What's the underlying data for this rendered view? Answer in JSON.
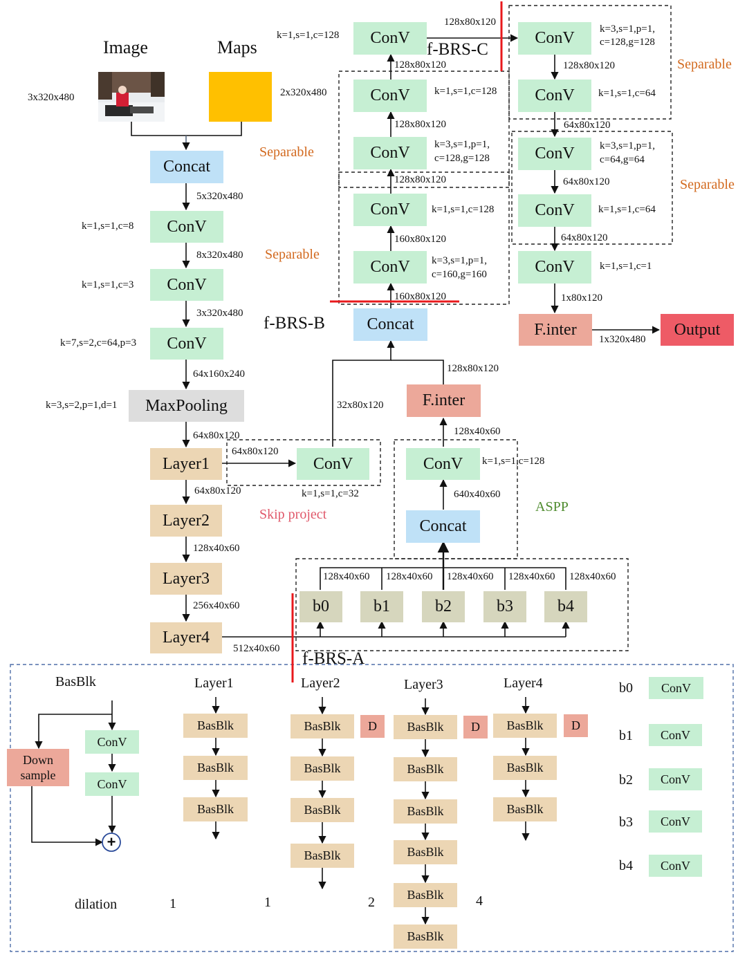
{
  "colors": {
    "conv": "#c6efd3",
    "concat": "#bfe1f7",
    "pool": "#dddddd",
    "layer": "#ecd6b4",
    "branch": "#d6d6bd",
    "inter": "#eca89a",
    "output": "#ee5b66",
    "maps": "#ffc000",
    "cut": "#e8191c"
  },
  "top": {
    "image": "Image",
    "maps": "Maps"
  },
  "nodes": {
    "concat1": "Concat",
    "conv1": "ConV",
    "conv2": "ConV",
    "conv3": "ConV",
    "maxpool": "MaxPooling",
    "layer1": "Layer1",
    "layer2": "Layer2",
    "layer3": "Layer3",
    "layer4": "Layer4",
    "skip_conv": "ConV",
    "b0": "b0",
    "b1": "b1",
    "b2": "b2",
    "b3": "b3",
    "b4": "b4",
    "aspp_concat": "Concat",
    "aspp_conv": "ConV",
    "finter_mid": "F.inter",
    "concat_b": "Concat",
    "m1": "ConV",
    "m2": "ConV",
    "m3": "ConV",
    "m4": "ConV",
    "m5": "ConV",
    "r1": "ConV",
    "r2": "ConV",
    "r3": "ConV",
    "r4": "ConV",
    "r5": "ConV",
    "finter_out": "F.inter",
    "output": "Output"
  },
  "labels": {
    "img_size": "3x320x480",
    "maps_size": "2x320x480",
    "d_5": "5x320x480",
    "p_conv1": "k=1,s=1,c=8",
    "d_8": "8x320x480",
    "p_conv2": "k=1,s=1,c=3",
    "d_3": "3x320x480",
    "p_conv3": "k=7,s=2,c=64,p=3",
    "d_64a": "64x160x240",
    "p_pool": "k=3,s=2,p=1,d=1",
    "d_64b": "64x80x120",
    "d_skipin": "64x80x120",
    "p_skip": "k=1,s=1,c=32",
    "d_64c": "64x80x120",
    "d_128": "128x40x60",
    "d_256": "256x40x60",
    "d_512": "512x40x60",
    "d_b0": "128x40x60",
    "d_b1": "128x40x60",
    "d_b2": "128x40x60",
    "d_b3": "128x40x60",
    "d_b4": "128x40x60",
    "d_640": "640x40x60",
    "p_aspp_conv": "k=1,s=1,c=128",
    "d_aspp_out": "128x40x60",
    "d_finter_out": "128x80x120",
    "d_skip_out": "32x80x120",
    "d_160a": "160x80x120",
    "p_m5": "k=3,s=1,p=1,",
    "p_m5b": "c=160,g=160",
    "d_160b": "160x80x120",
    "p_m4": "k=1,s=1,c=128",
    "d_128a": "128x80x120",
    "p_m3": "k=3,s=1,p=1,",
    "p_m3b": "c=128,g=128",
    "d_128b": "128x80x120",
    "p_m2": "k=1,s=1,c=128",
    "d_128c": "128x80x120",
    "p_m1": "k=1,s=1,c=128",
    "d_128top": "128x80x120",
    "p_r1": "k=3,s=1,p=1,",
    "p_r1b": "c=128,g=128",
    "d_r1": "128x80x120",
    "p_r2": "k=1,s=1,c=64",
    "d_r2": "64x80x120",
    "p_r3": "k=3,s=1,p=1,",
    "p_r3b": "c=64,g=64",
    "d_r3": "64x80x120",
    "p_r4": "k=1,s=1,c=64",
    "d_r4": "64x80x120",
    "p_r5": "k=1,s=1,c=1",
    "d_r5": "1x80x120",
    "d_out": "1x320x480"
  },
  "regions": {
    "sep_left_top": "Separable",
    "sep_left_bottom": "Separable",
    "sep_right_top": "Separable",
    "sep_right_bottom": "Separable",
    "aspp": "ASPP",
    "skip": "Skip project",
    "brs_a": "f-BRS-A",
    "brs_b": "f-BRS-B",
    "brs_c": "f-BRS-C"
  },
  "legend": {
    "basblk_title": "BasBlk",
    "down": "Down",
    "sample": "sample",
    "conv_a": "ConV",
    "conv_b": "ConV",
    "plus": "+",
    "layer1": "Layer1",
    "layer2": "Layer2",
    "layer3": "Layer3",
    "layer4": "Layer4",
    "basblk": "BasBlk",
    "d": "D",
    "dilation": "dilation",
    "dil1": "1",
    "dil2": "1",
    "dil3": "2",
    "dil4": "4",
    "b0": "b0",
    "b1": "b1",
    "b2": "b2",
    "b3": "b3",
    "b4": "b4",
    "bconv": "ConV"
  }
}
